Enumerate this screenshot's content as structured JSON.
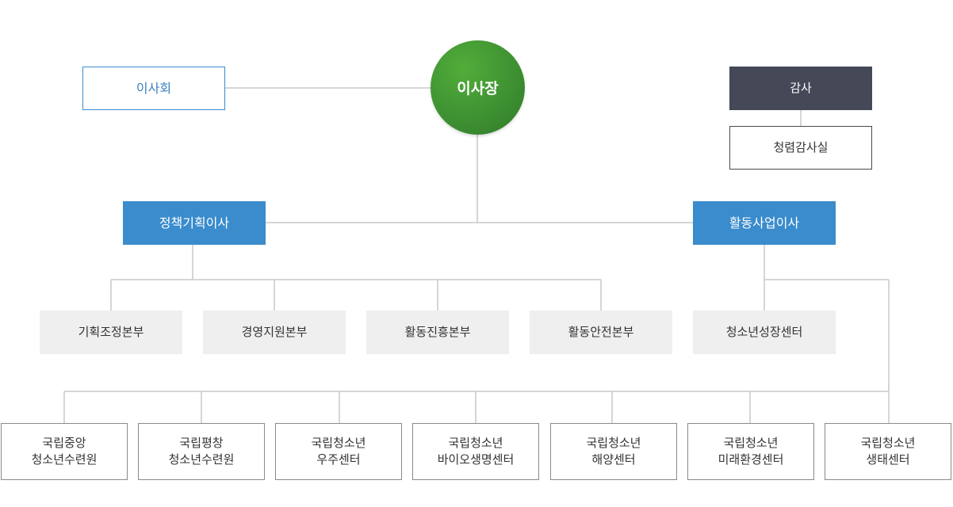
{
  "chairman": "이사장",
  "board": "이사회",
  "audit": {
    "title": "감사",
    "office": "청렴감사실"
  },
  "directors": {
    "policy": {
      "title": "정책기획이사",
      "divisions": [
        "기획조정본부",
        "경영지원본부",
        "활동진흥본부",
        "활동안전본부"
      ]
    },
    "activities": {
      "title": "활동사업이사",
      "divisions": [
        "청소년성장센터"
      ]
    }
  },
  "centers": [
    [
      "국립중앙",
      "청소년수련원"
    ],
    [
      "국립평창",
      "청소년수련원"
    ],
    [
      "국립청소년",
      "우주센터"
    ],
    [
      "국립청소년",
      "바이오생명센터"
    ],
    [
      "국립청소년",
      "해양센터"
    ],
    [
      "국립청소년",
      "미래환경센터"
    ],
    [
      "국립청소년",
      "생태센터"
    ]
  ]
}
